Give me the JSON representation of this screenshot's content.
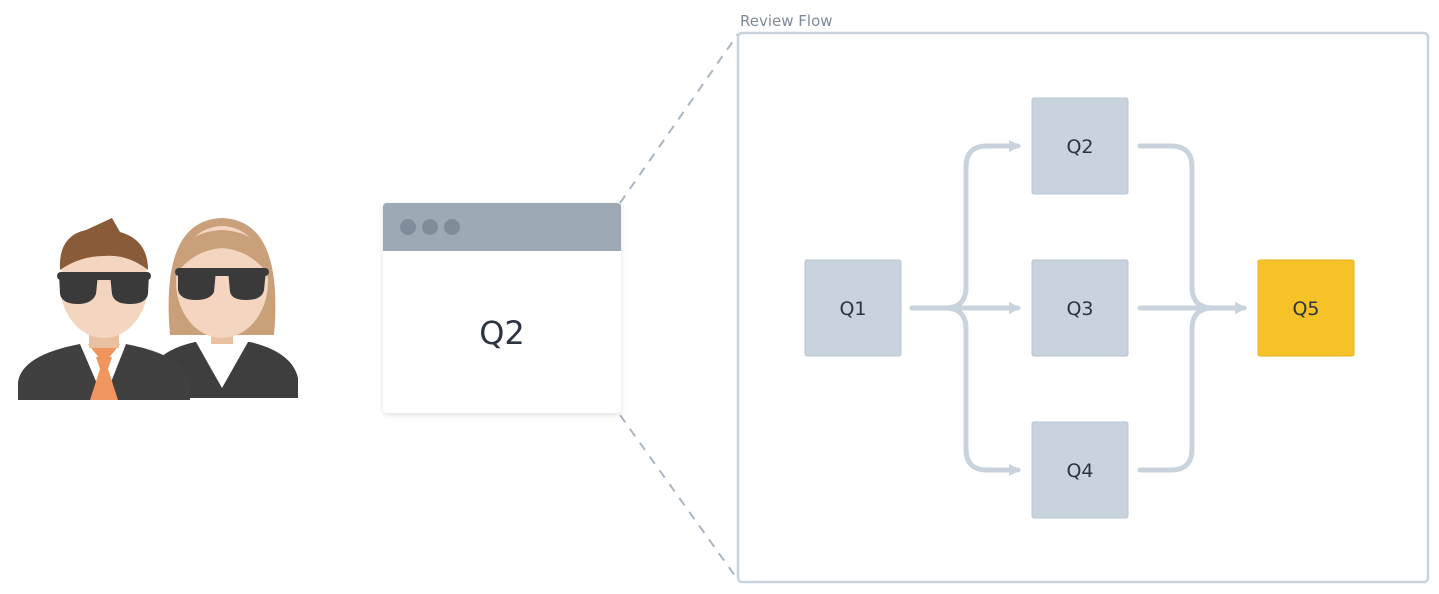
{
  "frame": {
    "title": "Review Flow"
  },
  "window": {
    "label": "Q2"
  },
  "flow": {
    "nodes": [
      {
        "id": "q1",
        "label": "Q1"
      },
      {
        "id": "q2",
        "label": "Q2"
      },
      {
        "id": "q3",
        "label": "Q3"
      },
      {
        "id": "q4",
        "label": "Q4"
      },
      {
        "id": "q5",
        "label": "Q5",
        "highlighted": true
      }
    ],
    "edges": [
      [
        "q1",
        "q2"
      ],
      [
        "q1",
        "q3"
      ],
      [
        "q1",
        "q4"
      ],
      [
        "q2",
        "q5"
      ],
      [
        "q3",
        "q5"
      ],
      [
        "q4",
        "q5"
      ]
    ]
  },
  "colors": {
    "node_fill": "#c8d3dd",
    "node_stroke": "#b9c6d2",
    "highlight_fill": "#f5c227",
    "edge": "#c8d3dd",
    "frame_border": "#c8d3dd",
    "window_titlebar": "#9daab6",
    "window_dot": "#7f8d9a",
    "dashed_connector": "#a9b6c2"
  },
  "icons": {
    "users": "reviewers-with-sunglasses-icon"
  }
}
